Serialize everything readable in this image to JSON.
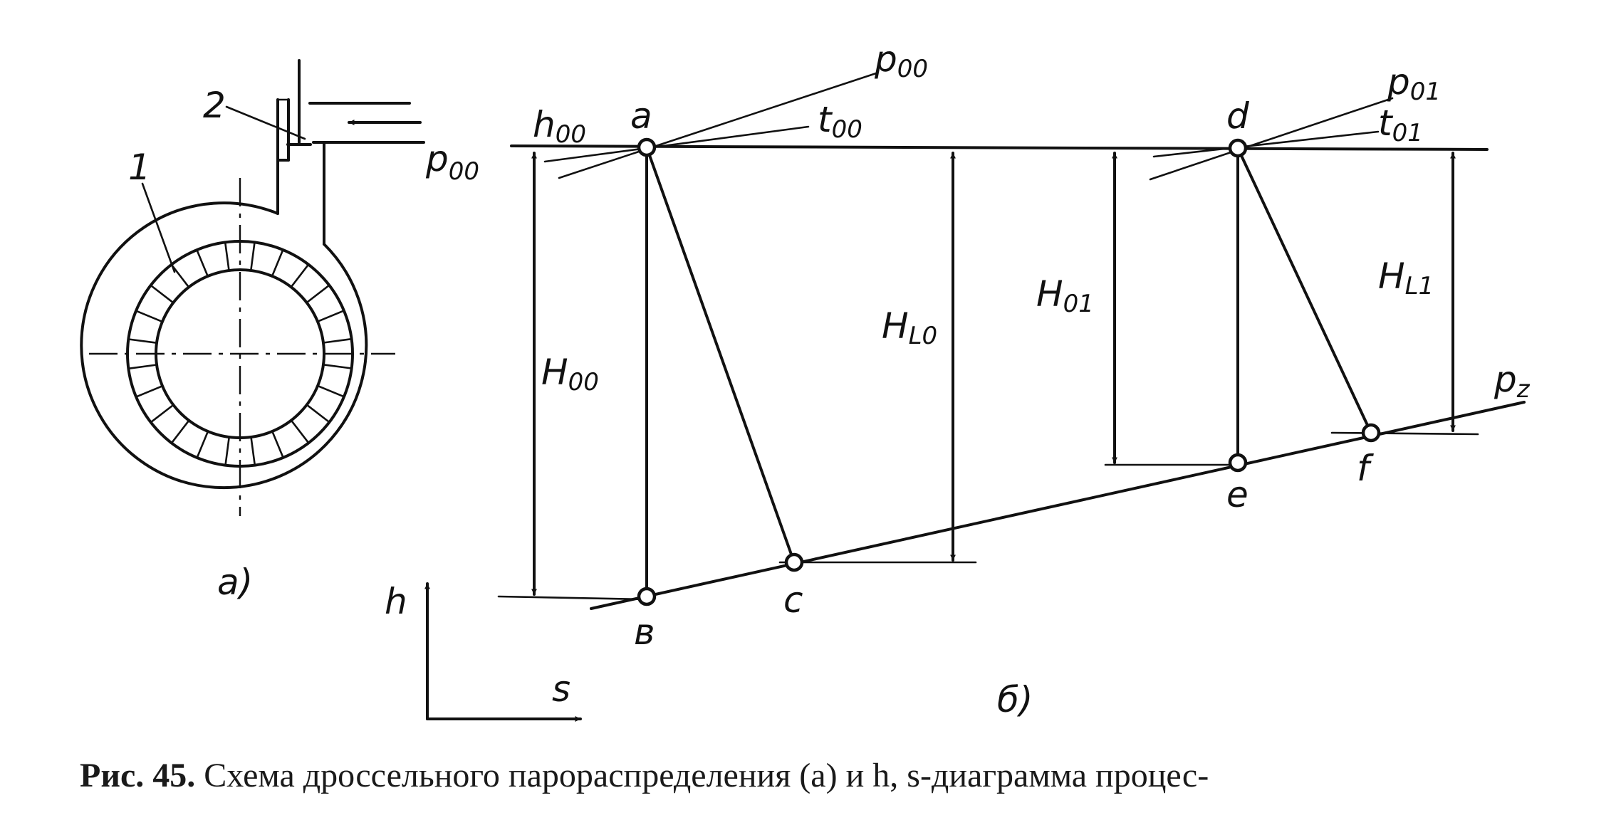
{
  "figure": {
    "panel_a": {
      "label": "а)",
      "callouts": {
        "nozzles": "1",
        "valve": "2"
      },
      "inlet_pressure": {
        "base": "p",
        "sub": "00"
      }
    },
    "panel_b": {
      "label": "б)",
      "axes": {
        "vertical": "h",
        "horizontal": "s"
      },
      "points": [
        "а",
        "в",
        "c",
        "d",
        "e",
        "f"
      ],
      "lines": {
        "h00": {
          "base": "h",
          "sub": "00"
        },
        "p00": {
          "base": "p",
          "sub": "00"
        },
        "t00": {
          "base": "t",
          "sub": "00"
        },
        "p01": {
          "base": "p",
          "sub": "01"
        },
        "t01": {
          "base": "t",
          "sub": "01"
        },
        "pz": {
          "base": "p",
          "sub": "z"
        }
      },
      "dimensions": {
        "H00": {
          "base": "H",
          "sub": "00"
        },
        "HL0": {
          "base": "H",
          "sub": "L0"
        },
        "H01": {
          "base": "H",
          "sub": "01"
        },
        "HL1": {
          "base": "H",
          "sub": "L1"
        }
      }
    },
    "caption": {
      "lead": "Рис. 45.",
      "text": " Схема дроссельного парораспределения (а) и h, s-диаграмма процес-"
    }
  }
}
